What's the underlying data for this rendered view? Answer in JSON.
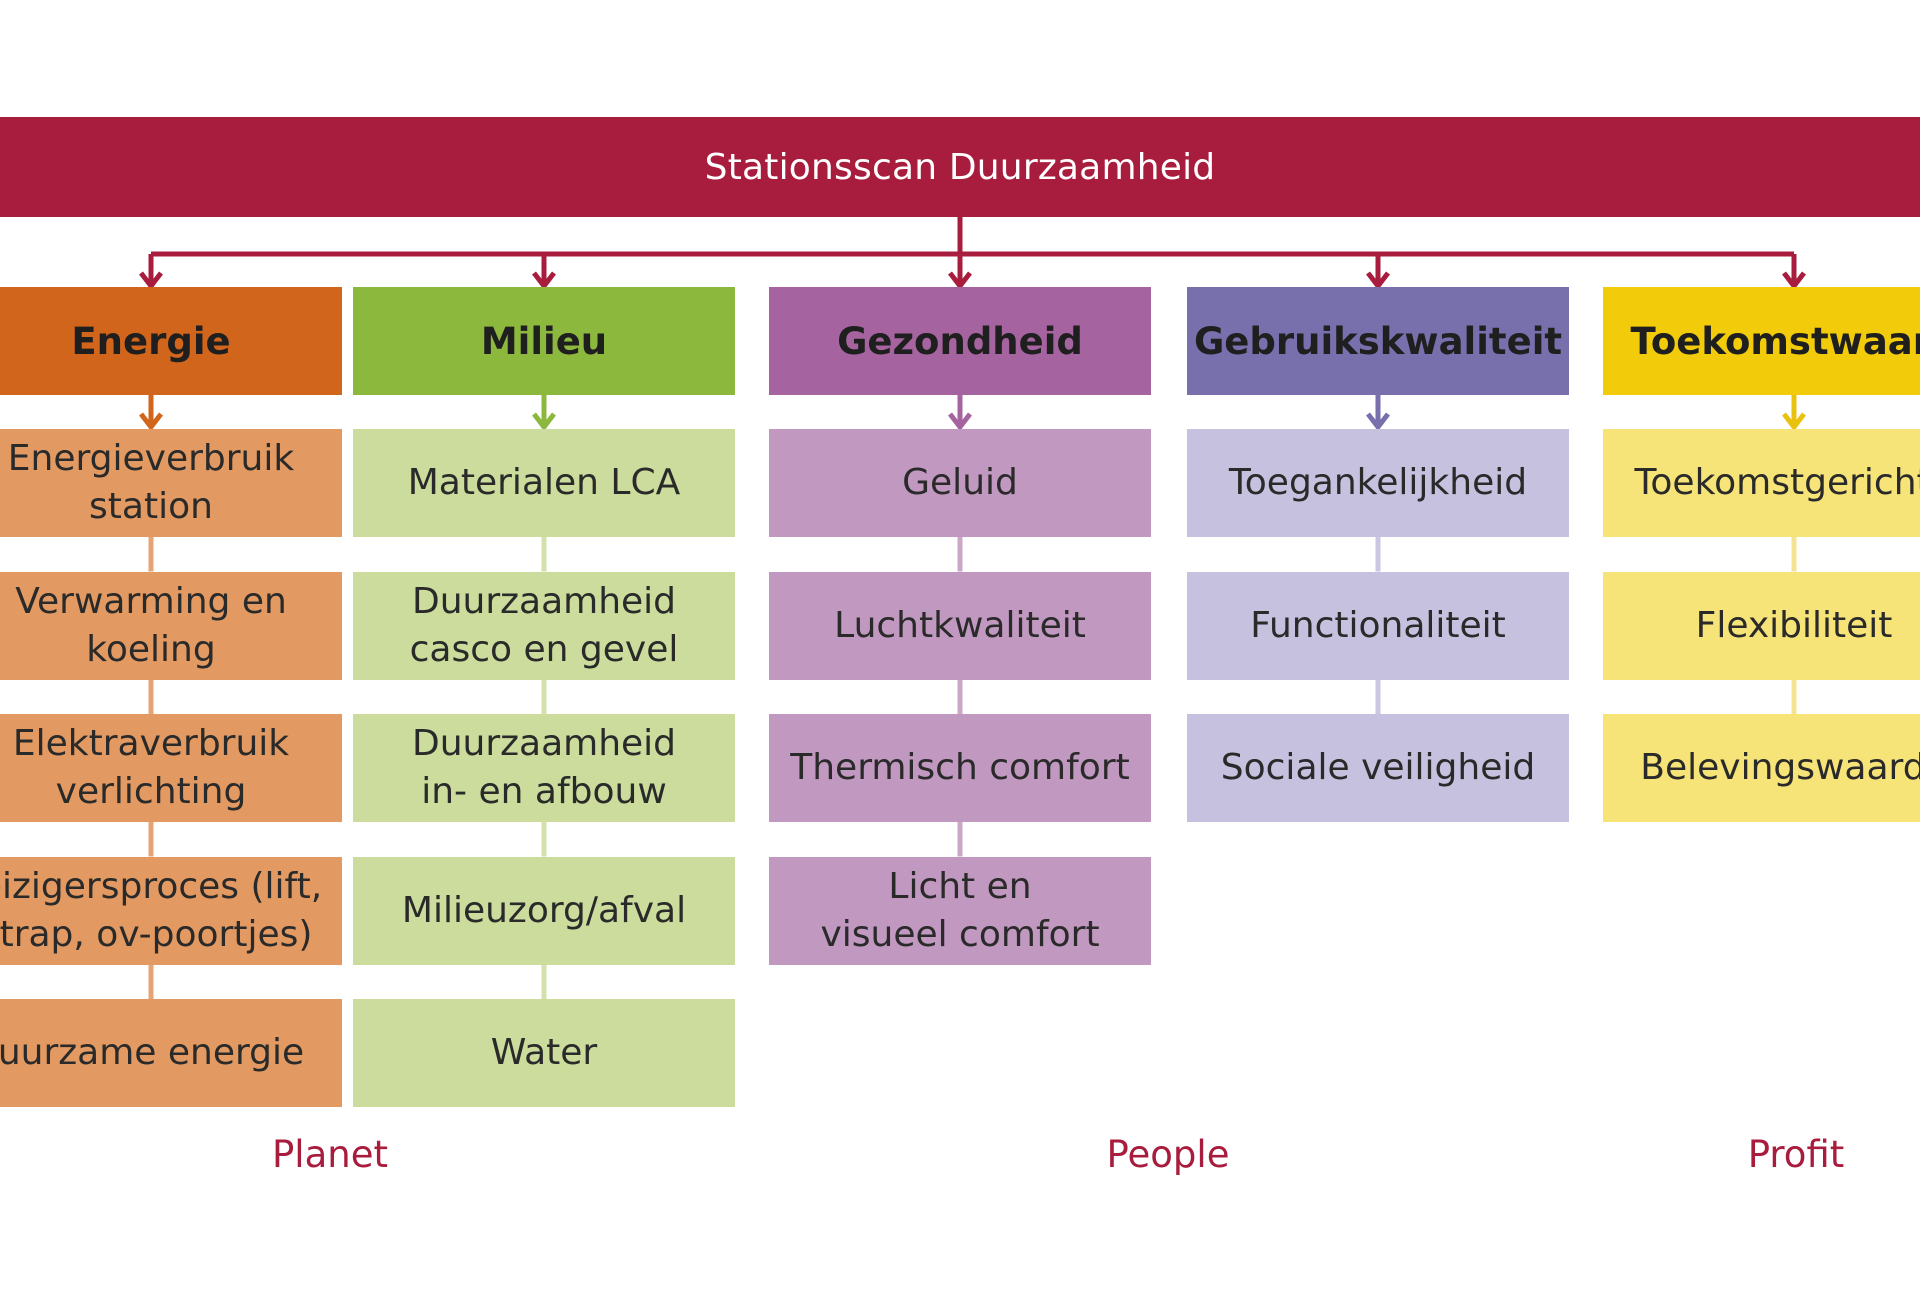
{
  "title": "Stationsscan Duurzaamheid",
  "columns": [
    {
      "key": "energie",
      "heading": "Energie",
      "colors": {
        "head": "#d2651c",
        "item": "#e29a62",
        "arrow": "#d2651c",
        "line": "#e4a474"
      },
      "items": [
        {
          "key": "energieverbruik",
          "lines": [
            "Energieverbruik",
            "station"
          ]
        },
        {
          "key": "verwarming",
          "lines": [
            "Verwarming en",
            "koeling"
          ]
        },
        {
          "key": "elektraverbruik",
          "lines": [
            "Elektraverbruik",
            "verlichting"
          ]
        },
        {
          "key": "reizigersproces",
          "lines": [
            "eizigersproces (lift,",
            "ltrap, ov-poortjes)"
          ]
        },
        {
          "key": "duurzame-energie",
          "lines": [
            "uurzame energie"
          ]
        }
      ]
    },
    {
      "key": "milieu",
      "heading": "Milieu",
      "colors": {
        "head": "#8cb83e",
        "item": "#cbdc9c",
        "arrow": "#8cb83e",
        "line": "#d3e2ab"
      },
      "items": [
        {
          "key": "materialen-lca",
          "lines": [
            "Materialen LCA"
          ]
        },
        {
          "key": "casco-gevel",
          "lines": [
            "Duurzaamheid",
            "casco en gevel"
          ]
        },
        {
          "key": "in-afbouw",
          "lines": [
            "Duurzaamheid",
            "in- en afbouw"
          ]
        },
        {
          "key": "milieuzorg",
          "lines": [
            "Milieuzorg/afval"
          ]
        },
        {
          "key": "water",
          "lines": [
            "Water"
          ]
        }
      ]
    },
    {
      "key": "gezondheid",
      "heading": "Gezondheid",
      "colors": {
        "head": "#a5649f",
        "item": "#c198c0",
        "arrow": "#a5649f",
        "line": "#caa7c8"
      },
      "items": [
        {
          "key": "geluid",
          "lines": [
            "Geluid"
          ]
        },
        {
          "key": "luchtkwaliteit",
          "lines": [
            "Luchtkwaliteit"
          ]
        },
        {
          "key": "thermisch-comfort",
          "lines": [
            "Thermisch comfort"
          ]
        },
        {
          "key": "licht-comfort",
          "lines": [
            "Licht en",
            "visueel comfort"
          ]
        }
      ]
    },
    {
      "key": "gebruikskwaliteit",
      "heading": "Gebruikskwaliteit",
      "colors": {
        "head": "#7770ad",
        "item": "#c5c1de",
        "arrow": "#7770ad",
        "line": "#cbc7e2"
      },
      "items": [
        {
          "key": "toegankelijkheid",
          "lines": [
            "Toegankelijkheid"
          ]
        },
        {
          "key": "functionaliteit",
          "lines": [
            "Functionaliteit"
          ]
        },
        {
          "key": "sociale-veiligheid",
          "lines": [
            "Sociale veiligheid"
          ]
        }
      ]
    },
    {
      "key": "toekomstwaarde",
      "heading": "Toekomstwaard",
      "colors": {
        "head": "#f2cb0a",
        "item": "#f6e478",
        "arrow": "#e9c210",
        "line": "#f3e392"
      },
      "items": [
        {
          "key": "toekomstgericht",
          "lines": [
            "Toekomstgerichth"
          ]
        },
        {
          "key": "flexibiliteit",
          "lines": [
            "Flexibiliteit"
          ]
        },
        {
          "key": "belevingswaarde",
          "lines": [
            "Belevingswaarde"
          ]
        }
      ]
    }
  ],
  "pillars": [
    {
      "key": "planet",
      "label": "Planet"
    },
    {
      "key": "people",
      "label": "People"
    },
    {
      "key": "profit",
      "label": "Profit"
    }
  ],
  "colors": {
    "banner": "#a81c3d",
    "connector": "#a81c3d",
    "pillar_text": "#a81c3d"
  }
}
